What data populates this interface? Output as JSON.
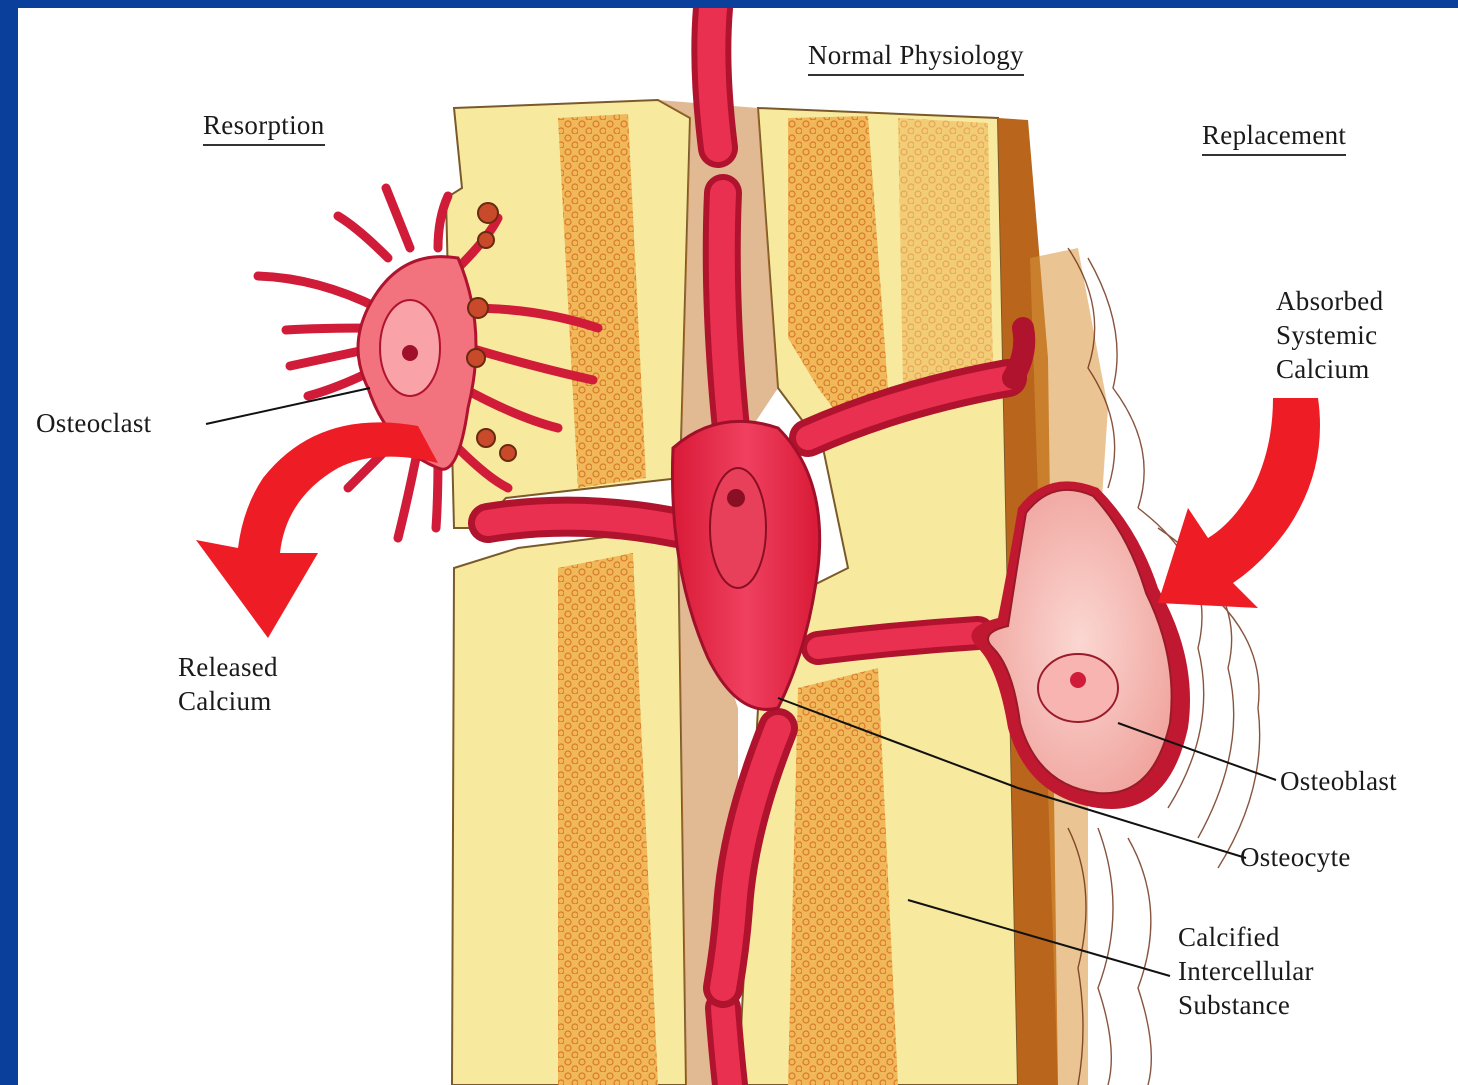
{
  "diagram": {
    "headers": {
      "resorption": "Resorption",
      "normal": "Normal Physiology",
      "replacement": "Replacement"
    },
    "labels": {
      "osteoclast": "Osteoclast",
      "released_calcium": [
        "Released",
        "Calcium"
      ],
      "absorbed_calcium": [
        "Absorbed",
        "Systemic",
        "Calcium"
      ],
      "osteoblast": "Osteoblast",
      "osteocyte": "Osteocyte",
      "calcified": [
        "Calcified",
        "Intercellular",
        "Substance"
      ]
    },
    "colors": {
      "background": "#0a3f9c",
      "bone": "#f7e9a0",
      "marrow": "#e8a23c",
      "vessel": "#e0203a",
      "arrow": "#ee1c24",
      "periosteum": "#b9651c"
    }
  }
}
